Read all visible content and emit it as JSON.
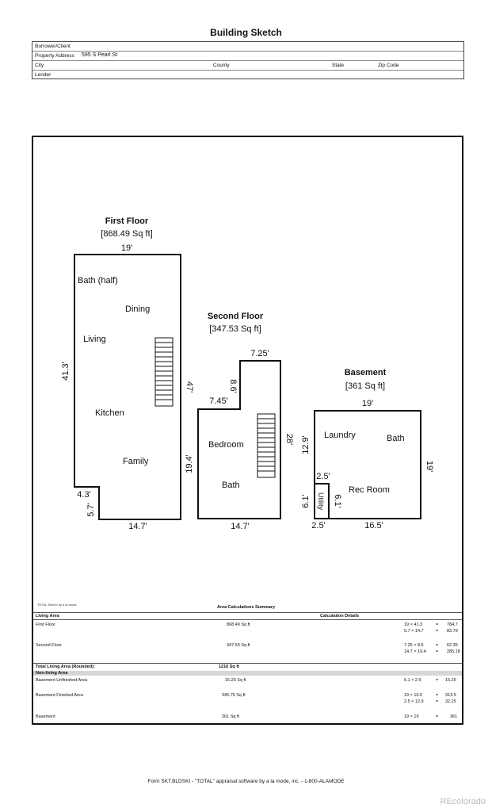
{
  "header": {
    "title": "Building Sketch",
    "borrower_label": "Borrower/Client",
    "property_label": "Property Address",
    "property_value": "595 S Pearl St",
    "city_label": "City",
    "county_label": "County",
    "state_label": "State",
    "zip_label": "Zip Code",
    "lender_label": "Lender"
  },
  "sketch": {
    "first_floor": {
      "title": "First Floor",
      "area": "[868.49 Sq ft]",
      "dims": {
        "top": "19'",
        "left": "41.3'",
        "right": "47'",
        "notch_h": "4.3'",
        "notch_v": "5.7'",
        "bottom": "14.7'"
      },
      "rooms": [
        "Bath (half)",
        "Dining",
        "Living",
        "Kitchen",
        "Family"
      ]
    },
    "second_floor": {
      "title": "Second Floor",
      "area": "[347.53 Sq ft]",
      "dims": {
        "top": "7.25'",
        "step_v": "8.6'",
        "step_h": "7.45'",
        "right": "28'",
        "left": "19.4'",
        "bottom": "14.7'"
      },
      "rooms": [
        "Bedroom",
        "Bath"
      ]
    },
    "basement": {
      "title": "Basement",
      "area": "[361 Sq ft]",
      "dims": {
        "top": "19'",
        "right": "19'",
        "left": "12.9'",
        "util_top": "2.5'",
        "util_left": "6.1'",
        "util_right": "6.1'",
        "util_bottom": "2.5'",
        "bottom": "16.5'"
      },
      "rooms": [
        "Laundry",
        "Bath",
        "Rec Room",
        "Utility"
      ]
    },
    "software_note": "TOTAL Sketch by a la mode"
  },
  "summary": {
    "title": "Area Calculations Summary",
    "living_header": "Living Area",
    "calc_header": "Calculation Details",
    "rows": [
      {
        "name": "First Floor",
        "area": "868.49 Sq ft",
        "calcs": [
          [
            "19 × 41.3",
            "=",
            "784.7"
          ],
          [
            "5.7 × 14.7",
            "=",
            "83.79"
          ]
        ]
      },
      {
        "name": "Second Floor",
        "area": "347.53 Sq ft",
        "calcs": [
          [
            "7.25 × 8.6",
            "=",
            "62.35"
          ],
          [
            "14.7 × 19.4",
            "=",
            "285.18"
          ]
        ]
      }
    ],
    "total_label": "Total Living Area (Rounded):",
    "total_value": "1216 Sq ft",
    "nonliving_header": "Non-living Area",
    "nonliving_rows": [
      {
        "name": "Basement Unfinished Area",
        "area": "15.25 Sq ft",
        "calcs": [
          [
            "6.1 × 2.5",
            "=",
            "15.25"
          ]
        ]
      },
      {
        "name": "Basement Finished Area",
        "area": "345.75 Sq ft",
        "calcs": [
          [
            "19 × 16.5",
            "=",
            "313.5"
          ],
          [
            "2.5 × 12.9",
            "=",
            "32.25"
          ]
        ]
      },
      {
        "name": "Basement",
        "area": "361 Sq ft",
        "calcs": [
          [
            "19 × 19",
            "=",
            "361"
          ]
        ]
      }
    ]
  },
  "footer": {
    "text": "Form SKT.BLDSKI - \"TOTAL\" appraisal software by a la mode, inc. - 1-800-ALAMODE",
    "credit": "REcolorado"
  }
}
